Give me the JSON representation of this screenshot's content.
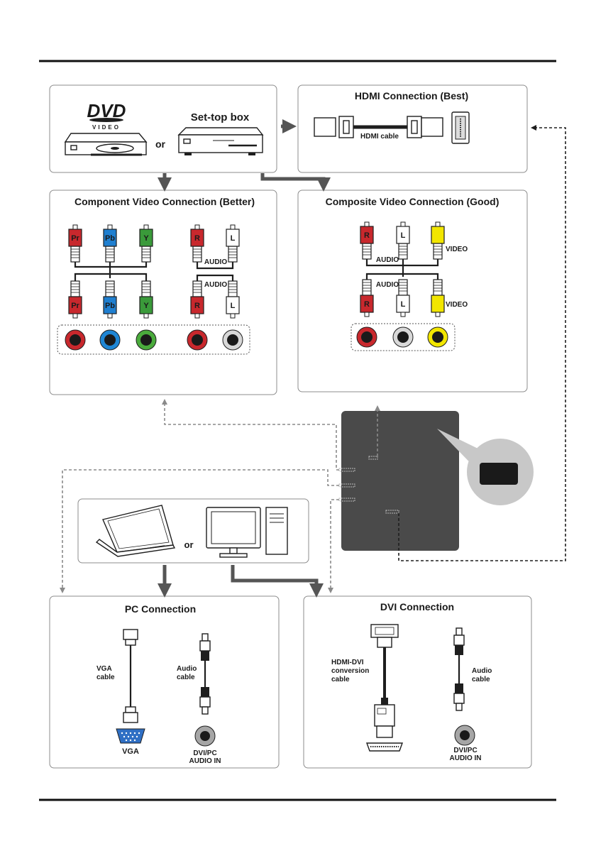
{
  "devices": {
    "dvd_logo": "DVD",
    "dvd_video_label": "VIDEO",
    "or_label": "or",
    "settop_label": "Set-top box"
  },
  "hdmi": {
    "title": "HDMI Connection (Best)",
    "cable_label": "HDMI cable"
  },
  "component": {
    "title": "Component Video Connection (Better)",
    "plug_labels": [
      "Pr",
      "Pb",
      "Y",
      "R",
      "L"
    ],
    "audio_label": "AUDIO",
    "colors": [
      "#c8282d",
      "#1f7fd0",
      "#3a9a3a",
      "#c8282d",
      "#ffffff"
    ],
    "jack_colors": [
      "#c8282d",
      "#1f86d4",
      "#4aab3c",
      "#c8282d",
      "#d8d8d8"
    ]
  },
  "composite": {
    "title": "Composite Video Connection (Good)",
    "plug_labels": [
      "R",
      "L",
      "VIDEO"
    ],
    "audio_label": "AUDIO",
    "video_label": "VIDEO",
    "colors": [
      "#c8282d",
      "#ffffff",
      "#f2e600"
    ],
    "jack_colors": [
      "#c8282d",
      "#d8d8d8",
      "#f2e600"
    ]
  },
  "computers": {
    "or_label": "or"
  },
  "pc": {
    "title": "PC Connection",
    "vga_cable_label": [
      "VGA",
      "cable"
    ],
    "audio_cable_label": [
      "Audio",
      "cable"
    ],
    "vga_port_label": "VGA",
    "audio_in_label": [
      "DVI/PC",
      "AUDIO IN"
    ],
    "vga_color": "#2f6fc4"
  },
  "dvi": {
    "title": "DVI Connection",
    "conversion_label": [
      "HDMI-DVI",
      "conversion",
      "cable"
    ],
    "audio_cable_label": [
      "Audio",
      "cable"
    ],
    "audio_in_label": [
      "DVI/PC",
      "AUDIO IN"
    ]
  },
  "colors": {
    "tv_back": "#4a4a4a",
    "callout": "#c8c8c8",
    "panel_border": "#8c8c8c"
  }
}
